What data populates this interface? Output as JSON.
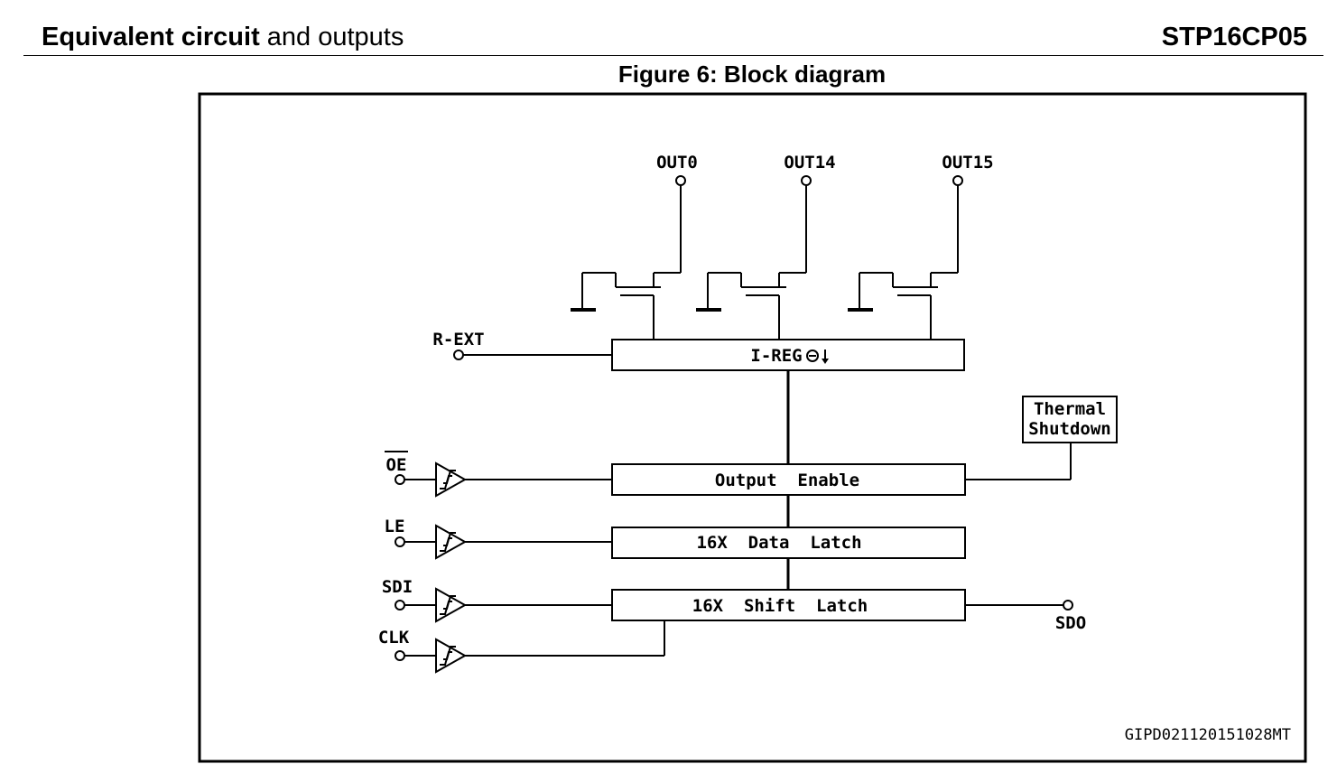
{
  "header": {
    "section_bold": "Equivalent circuit",
    "section_rest": " and outputs",
    "part_number": "STP16CP05"
  },
  "figure": {
    "title": "Figure 6: Block diagram",
    "code": "GIPD021120151028MT"
  },
  "diagram": {
    "outputs": [
      "OUT0",
      "OUT14",
      "OUT15"
    ],
    "blocks": {
      "ireg": "I-REG",
      "output_enable": "Output  Enable",
      "data_latch": "16X  Data  Latch",
      "shift_latch": "16X  Shift  Latch",
      "thermal_1": "Thermal",
      "thermal_2": "Shutdown"
    },
    "pins": {
      "rext": "R-EXT",
      "oe": "OE",
      "le": "LE",
      "sdi": "SDI",
      "clk": "CLK",
      "sdo": "SDO"
    }
  }
}
